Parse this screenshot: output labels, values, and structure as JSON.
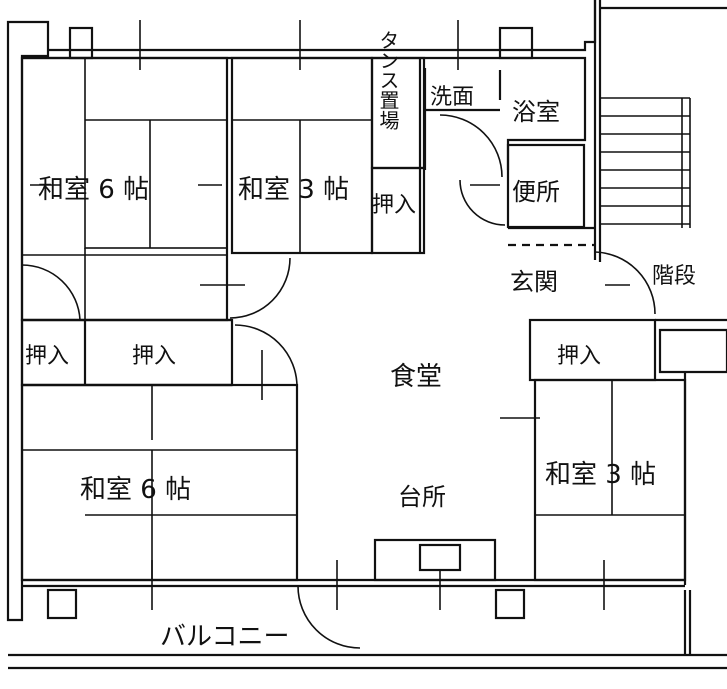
{
  "rooms": {
    "washitsu_6_top": "和室 6 帖",
    "washitsu_3_top": "和室 3 帖",
    "washitsu_6_bottom": "和室 6 帖",
    "washitsu_3_right": "和室 3 帖",
    "shokudo": "食堂",
    "daidokoro": "台所",
    "senmen": "洗面",
    "yokushitsu": "浴室",
    "benjo": "便所",
    "genkan": "玄関",
    "kaidan": "階段",
    "balcony": "バルコニー",
    "tansu": "タンス置場"
  },
  "closets": {
    "oshiire_1": "押入",
    "oshiire_2": "押入",
    "oshiire_3": "押入",
    "oshiire_4": "押入"
  }
}
